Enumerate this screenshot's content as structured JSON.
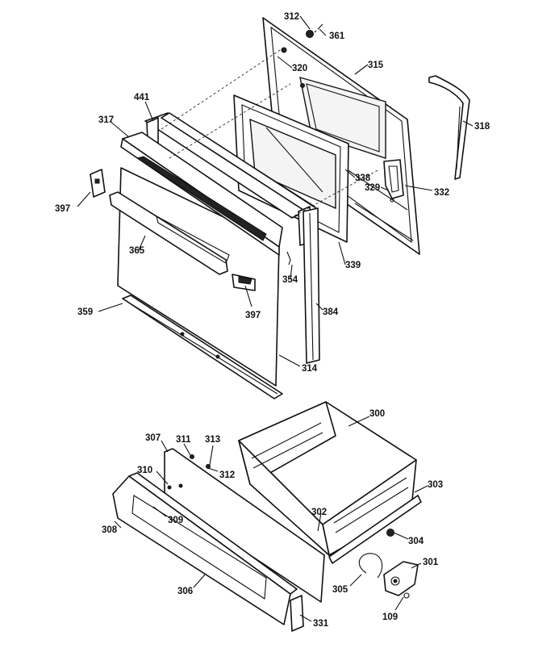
{
  "callouts": {
    "c312a": "312",
    "c361": "361",
    "c320": "320",
    "c315": "315",
    "c318": "318",
    "c441": "441",
    "c317": "317",
    "c338": "338",
    "c329": "329",
    "c332": "332",
    "c397a": "397",
    "c365": "365",
    "c354": "354",
    "c339": "339",
    "c397b": "397",
    "c359": "359",
    "c384": "384",
    "c314": "314",
    "c300": "300",
    "c307": "307",
    "c311": "311",
    "c313": "313",
    "c312b": "312",
    "c310": "310",
    "c303": "303",
    "c309": "309",
    "c302": "302",
    "c308": "308",
    "c304": "304",
    "c301": "301",
    "c306": "306",
    "c305": "305",
    "c109": "109",
    "c331": "331"
  }
}
